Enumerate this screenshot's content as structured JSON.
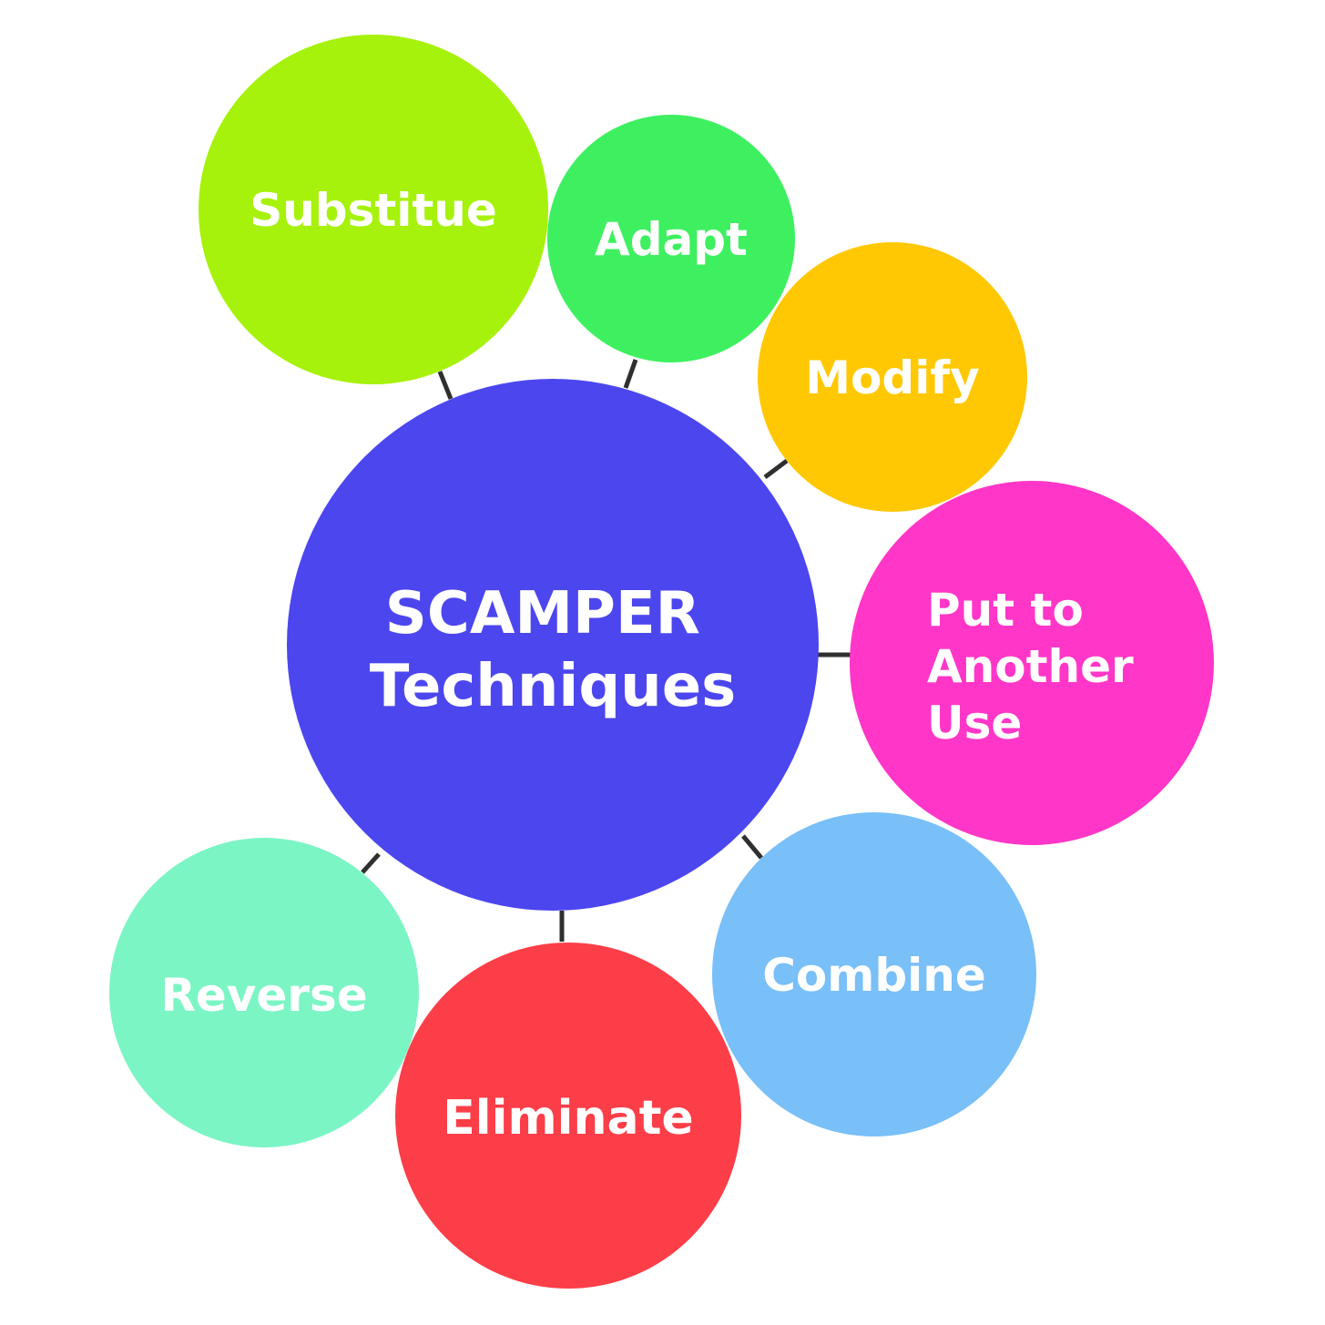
{
  "center": {
    "lines": [
      "SCAMPER",
      "Techniques"
    ],
    "color": "#4c46ee"
  },
  "nodes": [
    {
      "id": "substitue",
      "lines": [
        "Substitue"
      ],
      "color": "#a6f20c"
    },
    {
      "id": "adapt",
      "lines": [
        "Adapt"
      ],
      "color": "#3ef060"
    },
    {
      "id": "modify",
      "lines": [
        "Modify"
      ],
      "color": "#ffc802"
    },
    {
      "id": "put-to-another-use",
      "lines": [
        "Put to",
        "Another",
        "Use"
      ],
      "color": "#ff36c8"
    },
    {
      "id": "combine",
      "lines": [
        "Combine"
      ],
      "color": "#79bff8"
    },
    {
      "id": "eliminate",
      "lines": [
        "Eliminate"
      ],
      "color": "#fb3e48"
    },
    {
      "id": "reverse",
      "lines": [
        "Reverse"
      ],
      "color": "#7bf5c4"
    }
  ]
}
